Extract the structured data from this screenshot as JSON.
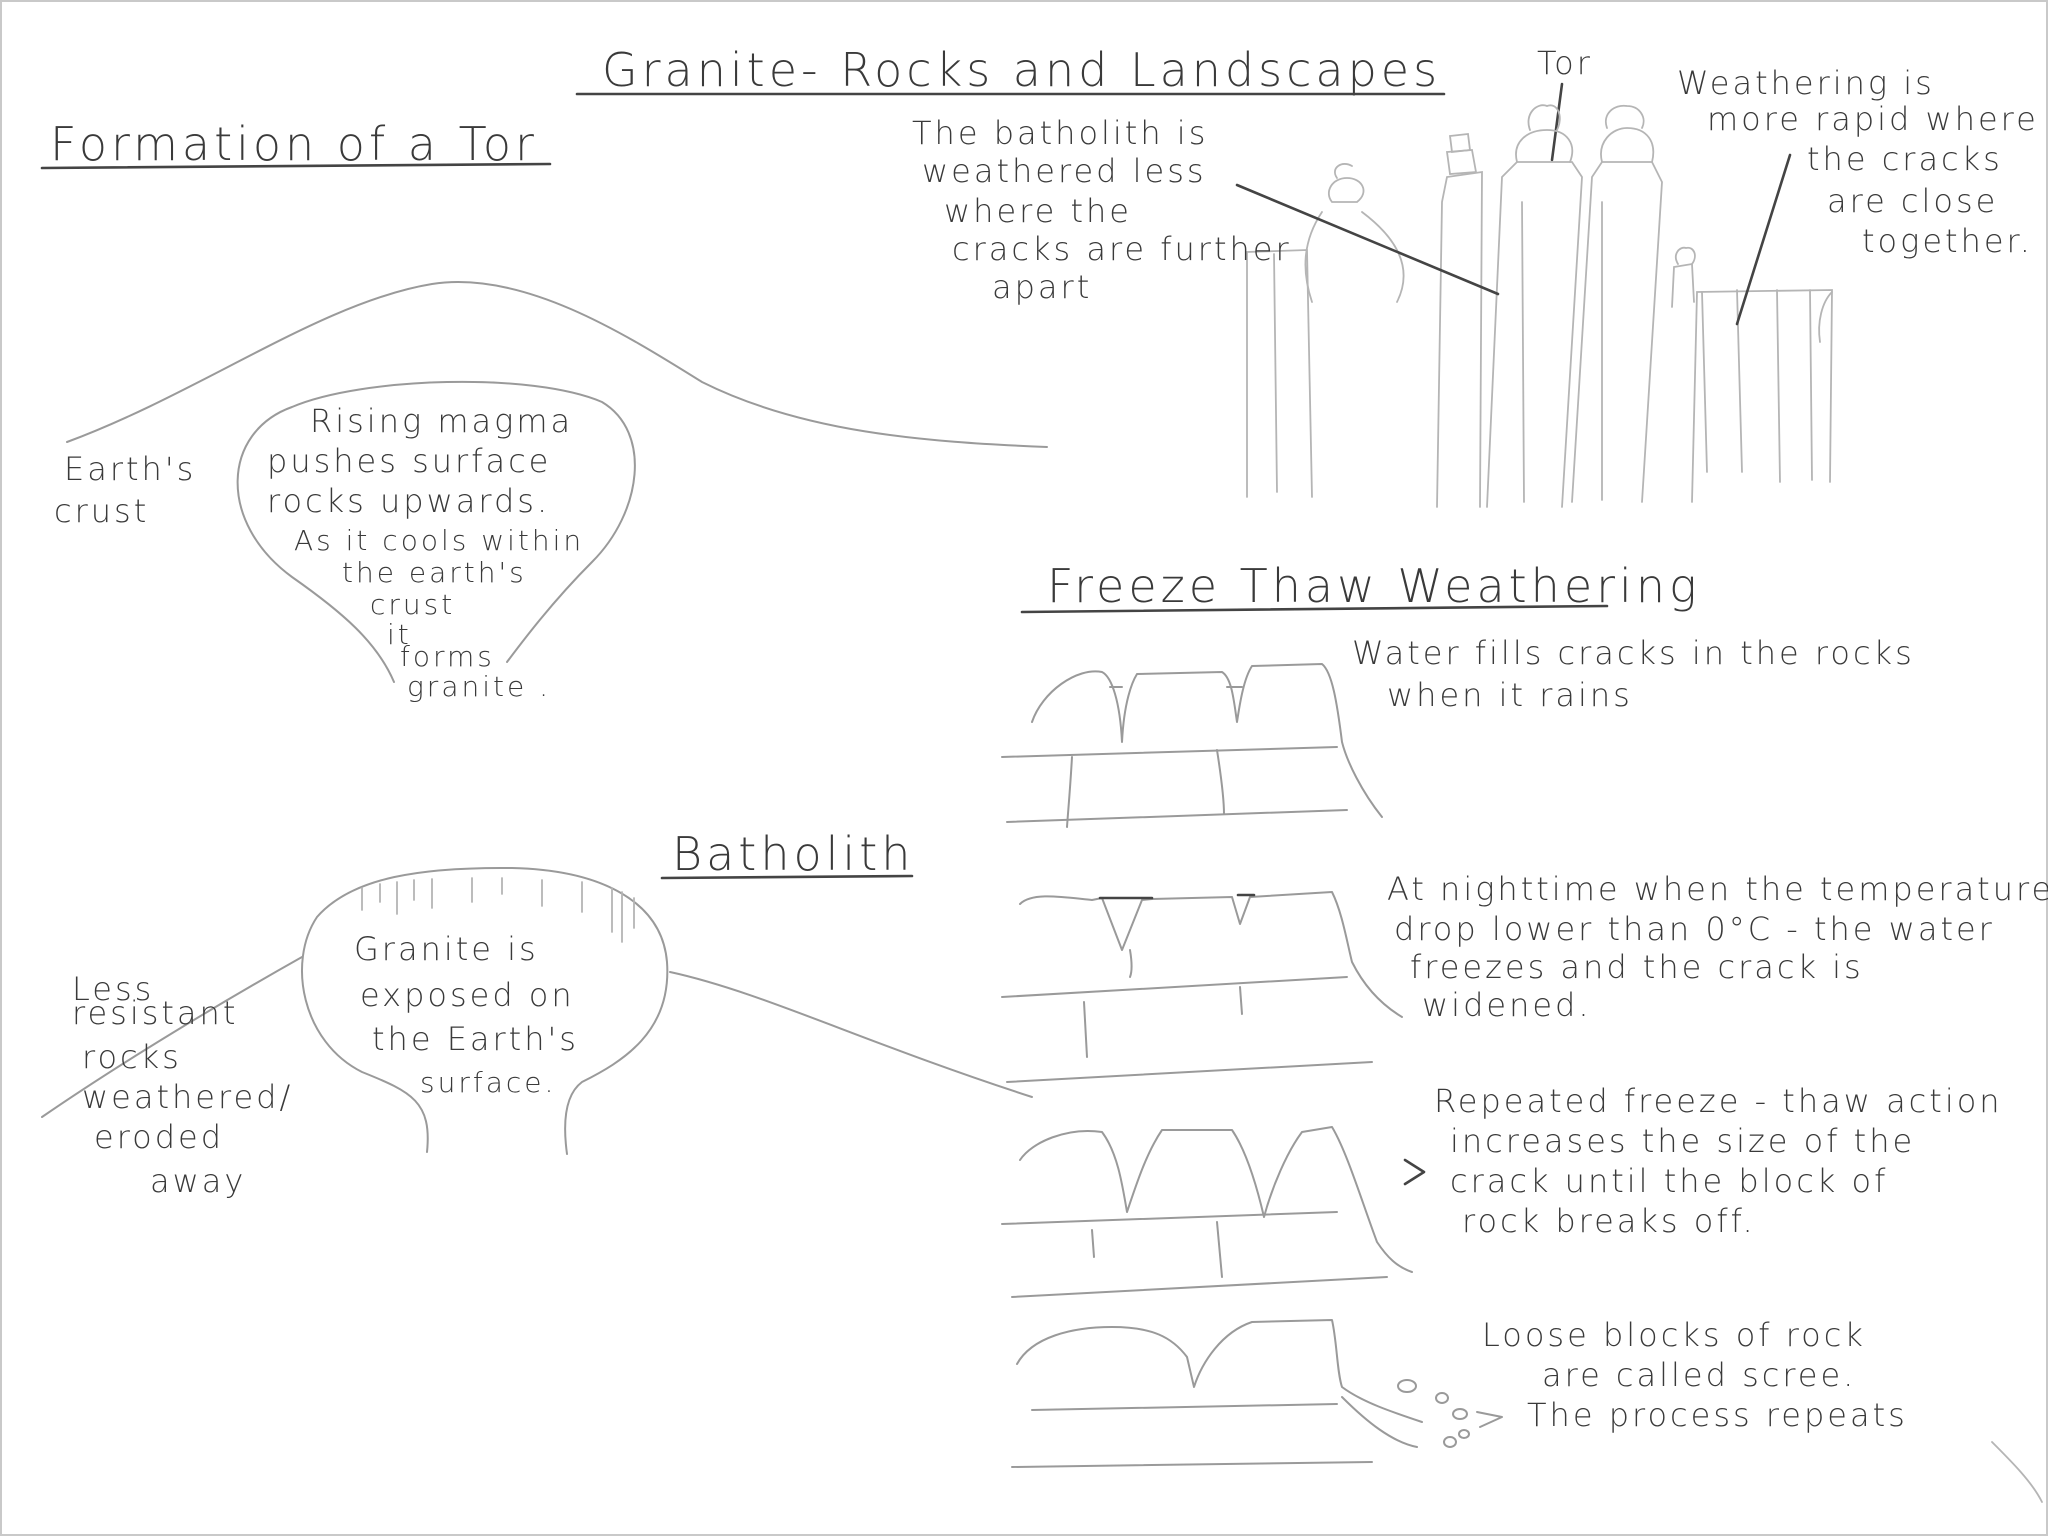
{
  "title": "Granite- Rocks and Landscapes",
  "sections": {
    "tor_formation": {
      "heading": "Formation of a Tor",
      "crust_label": [
        "Earth's",
        "crust"
      ],
      "magma_note": [
        "Rising magma",
        "pushes surface",
        "rocks upwards.",
        "As it cools within",
        "the earth's",
        "crust",
        "it",
        "forms",
        "granite ."
      ]
    },
    "batholith": {
      "heading": "Batholith",
      "granite_note": [
        "Granite is",
        "exposed on",
        "the Earth's",
        "surface."
      ],
      "less_resistant_note": [
        "Less",
        "resistant",
        "rocks",
        "weathered/",
        "eroded",
        "away"
      ]
    },
    "tor_diagram": {
      "tor_label": "Tor",
      "batholith_note": [
        "The batholith is",
        "weathered less",
        "where the",
        "cracks are further",
        "apart"
      ],
      "weathering_note": [
        "Weathering is",
        "more rapid where",
        "the cracks",
        "are close",
        "together."
      ]
    },
    "freeze_thaw": {
      "heading": "Freeze Thaw Weathering",
      "steps": [
        [
          "Water fills cracks in the rocks",
          "when it rains"
        ],
        [
          "At nighttime when the temperatures",
          "drop lower than 0°C - the water",
          "freezes and the crack is",
          "widened."
        ],
        [
          "Repeated freeze - thaw action",
          "increases the size of the",
          "crack until the block of",
          "rock breaks off."
        ],
        [
          "Loose blocks of rock",
          "are called scree.",
          "The process repeats"
        ]
      ]
    }
  }
}
